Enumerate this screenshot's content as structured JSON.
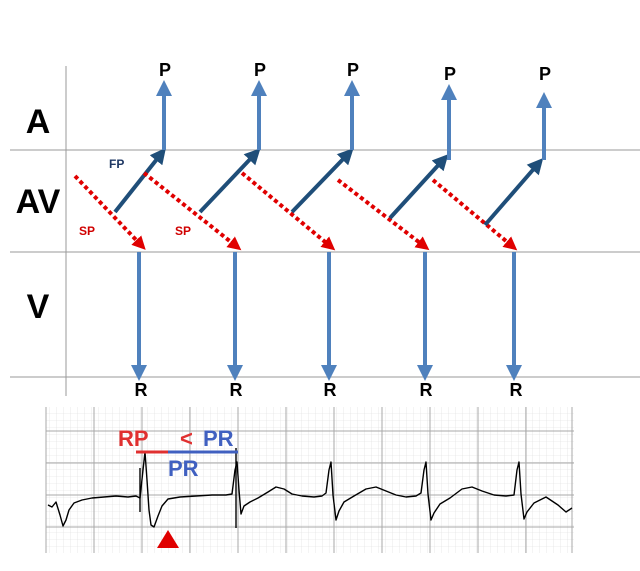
{
  "ladder": {
    "rows": {
      "atrium": "A",
      "av_node": "AV",
      "ventricle": "V"
    },
    "p_label": "P",
    "r_label": "R",
    "fast_pathway_label": "FP",
    "slow_pathway_label": "SP",
    "beat_count": 5,
    "colors": {
      "atrial_arrow": "#4f81bd",
      "ventricular_arrow": "#4f81bd",
      "fast_pathway_arrow": "#1f4e79",
      "slow_pathway_arrow": "#e00000",
      "slow_pathway_label": "#d00000",
      "fast_pathway_label": "#1f3864",
      "grid_line": "#9a9a9a"
    }
  },
  "ecg": {
    "rp_label": "RP",
    "lt_symbol": "<",
    "pr_label": "PR",
    "pr_bracket_label": "PR",
    "marker_icon": "red-triangle-icon",
    "colors": {
      "rp_text": "#e03030",
      "pr_text": "#4060c0",
      "trace": "#000000",
      "grid": "#bdbdbd",
      "marker": "#e00000"
    }
  }
}
